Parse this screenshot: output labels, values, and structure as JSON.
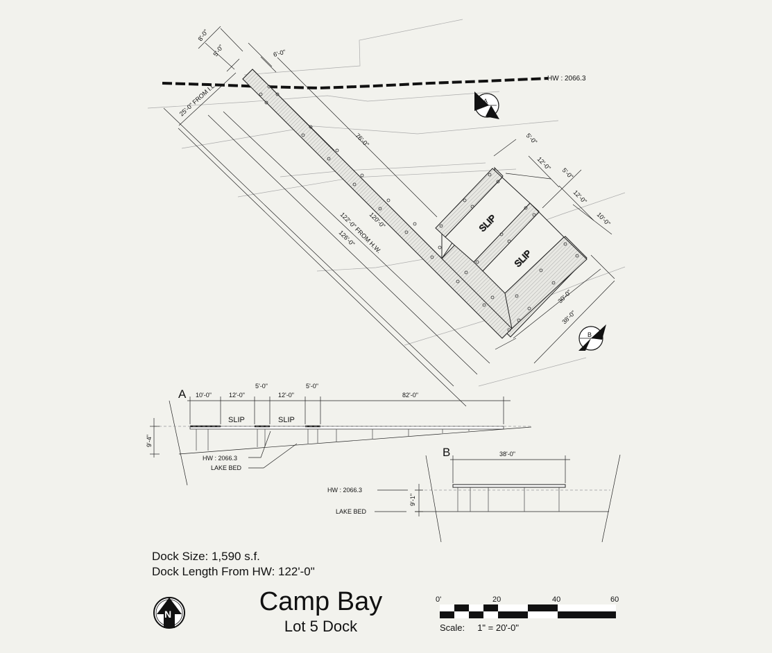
{
  "plan": {
    "hw_label": "HW : 2066.3",
    "from_il": "25'-0\" FROM I.L.",
    "dims": {
      "d8": "8'-0\"",
      "d5a": "5'-0\"",
      "d6": "6'-0\"",
      "d76": "76'-0\"",
      "d120": "120'-0\"",
      "d122": "122'-0\" FROM H.W.",
      "d126": "126'-0\"",
      "d5b": "5'-0\"",
      "d12a": "12'-0\"",
      "d5c": "5'-0\"",
      "d12b": "12'-0\"",
      "d10": "10'-0\"",
      "d30": "30'-0\"",
      "d38": "38'-0\""
    },
    "slip1": "SLIP",
    "slip2": "SLIP",
    "marker_a": "A",
    "marker_b": "B"
  },
  "section_a": {
    "label": "A",
    "dims": [
      "10'-0\"",
      "12'-0\"",
      "5'-0\"",
      "12'-0\"",
      "5'-0\"",
      "82'-0\""
    ],
    "slip1": "SLIP",
    "slip2": "SLIP",
    "height": "9'-4\"",
    "hw_label": "HW : 2066.3",
    "lake_bed": "LAKE BED"
  },
  "section_b": {
    "label": "B",
    "width": "38'-0\"",
    "height": "9'-1\"",
    "hw_label": "HW : 2066.3",
    "lake_bed": "LAKE BED"
  },
  "info": {
    "dock_size": "Dock Size: 1,590 s.f.",
    "dock_length": "Dock Length From HW: 122'-0\""
  },
  "title": {
    "main": "Camp Bay",
    "sub": "Lot 5 Dock"
  },
  "north_arrow": {
    "letter": "N"
  },
  "scale_bar": {
    "ticks": [
      "0'",
      "20",
      "40",
      "60"
    ],
    "label": "Scale:     1\" = 20'-0\""
  }
}
